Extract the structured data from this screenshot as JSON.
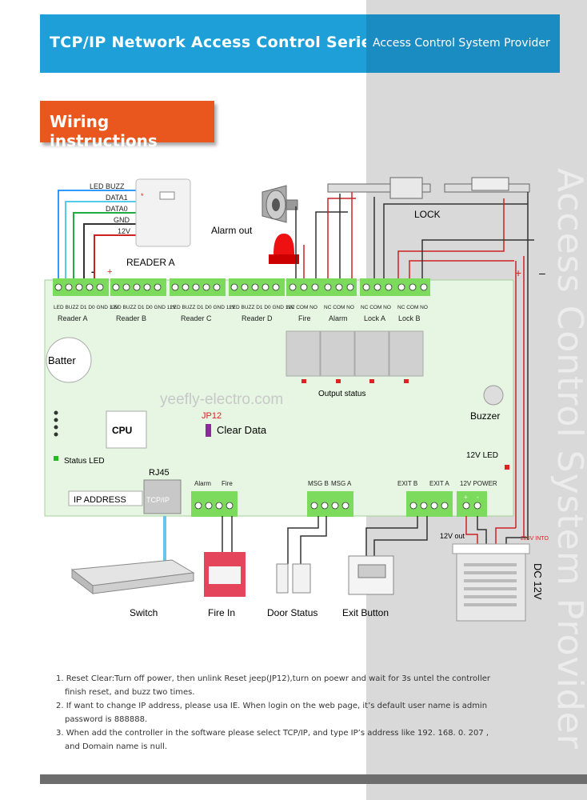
{
  "header": {
    "title": "TCP/IP Network Access Control  Series",
    "provider": "Access Control System Provider"
  },
  "side_watermark": "Access Control System Provider",
  "section_title": "Wiring instructions",
  "watermark": "yeefly-electro.com",
  "reader": {
    "wires": [
      "LED BUZZ",
      "DATA1",
      "DATA0",
      "GND",
      "12V"
    ],
    "title": "READER A",
    "minus": "-",
    "plus": "+"
  },
  "top_labels": {
    "alarm_out": "Alarm out",
    "lock": "LOCK",
    "plus": "+",
    "minus": "–"
  },
  "terminal_groups": [
    {
      "pins": "LED BUZZ D1 D0 GND 12V",
      "name": "Reader A"
    },
    {
      "pins": "LED BUZZ D1 D0 GND 12V",
      "name": "Reader B"
    },
    {
      "pins": "LED BUZZ D1 D0 GND 12V",
      "name": "Reader C"
    },
    {
      "pins": "LED BUZZ D1 D0 GND 12V",
      "name": "Reader D"
    },
    {
      "pins": "NC COM NO",
      "name": "Fire"
    },
    {
      "pins": "NC COM NO",
      "name": "Alarm"
    },
    {
      "pins": "NC COM NO",
      "name": "Lock A"
    },
    {
      "pins": "NC COM NO",
      "name": "Lock B"
    }
  ],
  "board": {
    "battery": "Batter",
    "output_status": "Output status",
    "buzzer": "Buzzer",
    "cpu": "CPU",
    "jp12": "JP12",
    "clear_data": "Clear Data",
    "status_led": "Status LED",
    "led12": "12V LED",
    "rj45": "RJ45",
    "tcpip": "TCP/IP",
    "ip_address": "IP ADDRESS"
  },
  "bottom_terminals": {
    "alarm": "Alarm",
    "fire": "Fire",
    "msg_b": "MSG B",
    "msg_a": "MSG A",
    "exit_b": "EXIT B",
    "exit_a": "EXIT A",
    "power": "12V  POWER",
    "plus": "+",
    "minus": "-"
  },
  "power": {
    "out": "12V out",
    "into": "220V INTO",
    "dc": "DC 12V"
  },
  "devices": [
    "Switch",
    "Fire In",
    "Door Status",
    "Exit Button"
  ],
  "notes": [
    {
      "text": "1. Reset Clear:Turn off power, then unlink Reset jeep(JP12),turn on poewr and wait for 3s untel the controller"
    },
    {
      "text": "finish reset,  and buzz two times."
    },
    {
      "text": "2. If want to change IP address, please usa IE. When login on the web page,  it’s default user name is admin"
    },
    {
      "text": "password is 888888."
    },
    {
      "text": "3. When add the controller in the software please select TCP/IP, and type IP’s address like 192. 168. 0. 207 ,"
    },
    {
      "text": "and Domain name is null."
    }
  ]
}
